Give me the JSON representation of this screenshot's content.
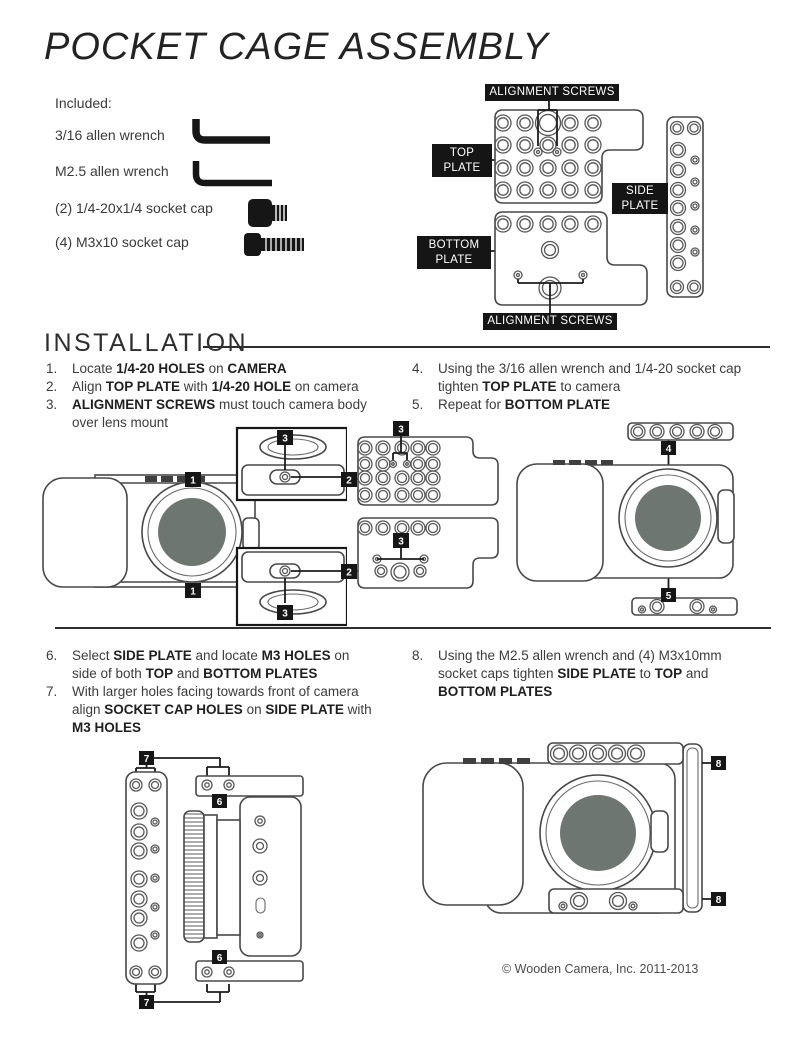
{
  "page": {
    "title": "POCKET CAGE ASSEMBLY",
    "copyright": "© Wooden Camera, Inc. 2011-2013"
  },
  "included": {
    "heading": "Included:",
    "items": [
      {
        "label": "3/16 allen wrench",
        "icon": "allen-wrench-icon"
      },
      {
        "label": "M2.5 allen wrench",
        "icon": "allen-wrench-icon"
      },
      {
        "label": "(2) 1/4-20x1/4 socket cap",
        "icon": "short-socket-cap-screw-icon"
      },
      {
        "label": "(4) M3x10 socket cap",
        "icon": "long-socket-cap-screw-icon"
      }
    ]
  },
  "diagram_labels": {
    "alignment_screws": "ALIGNMENT SCREWS",
    "top_plate": [
      "TOP",
      "PLATE"
    ],
    "side_plate": [
      "SIDE",
      "PLATE"
    ],
    "bottom_plate": [
      "BOTTOM",
      "PLATE"
    ]
  },
  "installation": {
    "heading": "INSTALLATION",
    "steps": {
      "s1": {
        "num": "1.",
        "segments": [
          {
            "t": "Locate "
          },
          {
            "t": "1/4-20 HOLES",
            "b": 1
          },
          {
            "t": " on "
          },
          {
            "t": "CAMERA",
            "b": 1
          }
        ]
      },
      "s2": {
        "num": "2.",
        "segments": [
          {
            "t": "Align "
          },
          {
            "t": "TOP PLATE",
            "b": 1
          },
          {
            "t": " with "
          },
          {
            "t": "1/4-20 HOLE",
            "b": 1
          },
          {
            "t": " on camera"
          }
        ]
      },
      "s3": {
        "num": "3.",
        "segments": [
          {
            "t": "ALIGNMENT SCREWS",
            "b": 1
          },
          {
            "t": " must touch camera body over lens mount"
          }
        ]
      },
      "s4": {
        "num": "4.",
        "segments": [
          {
            "t": "Using the 3/16 allen wrench and 1/4-20 socket cap tighten "
          },
          {
            "t": "TOP PLATE",
            "b": 1
          },
          {
            "t": " to camera"
          }
        ]
      },
      "s5": {
        "num": "5.",
        "segments": [
          {
            "t": "Repeat for "
          },
          {
            "t": "BOTTOM PLATE",
            "b": 1
          }
        ]
      },
      "s6": {
        "num": "6.",
        "segments": [
          {
            "t": "Select "
          },
          {
            "t": "SIDE PLATE",
            "b": 1
          },
          {
            "t": " and locate "
          },
          {
            "t": "M3 HOLES",
            "b": 1
          },
          {
            "t": " on side of both "
          },
          {
            "t": "TOP",
            "b": 1
          },
          {
            "t": " and "
          },
          {
            "t": "BOTTOM PLATES",
            "b": 1
          }
        ]
      },
      "s7": {
        "num": "7.",
        "segments": [
          {
            "t": "With larger holes facing towards front of camera align "
          },
          {
            "t": "SOCKET CAP HOLES",
            "b": 1
          },
          {
            "t": " on "
          },
          {
            "t": "SIDE PLATE",
            "b": 1
          },
          {
            "t": " with "
          },
          {
            "t": "M3 HOLES",
            "b": 1
          }
        ]
      },
      "s8": {
        "num": "8.",
        "segments": [
          {
            "t": "Using the M2.5 allen wrench and (4) M3x10mm socket caps tighten "
          },
          {
            "t": "SIDE PLATE",
            "b": 1
          },
          {
            "t": " to "
          },
          {
            "t": "TOP",
            "b": 1
          },
          {
            "t": " and "
          },
          {
            "t": "BOTTOM PLATES",
            "b": 1
          }
        ]
      }
    }
  },
  "callouts": {
    "n1": "1",
    "n2": "2",
    "n3": "3",
    "n4": "4",
    "n5": "5",
    "n6": "6",
    "n7": "7",
    "n8": "8"
  }
}
